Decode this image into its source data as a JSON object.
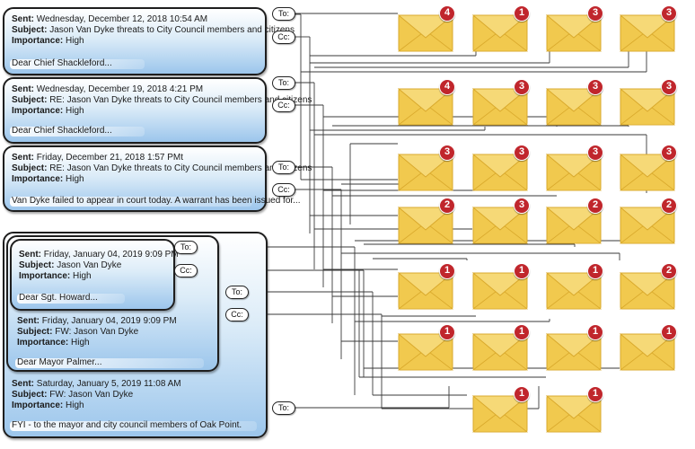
{
  "emails": {
    "e1": {
      "sent_label": "Sent:",
      "sent": "Wednesday, December 12, 2018 10:54 AM",
      "subject_label": "Subject:",
      "subject": "Jason Van Dyke threats to City Council members and citizens",
      "importance_label": "Importance:",
      "importance": "High",
      "body": "Dear Chief Shackleford..."
    },
    "e2": {
      "sent_label": "Sent:",
      "sent": "Wednesday, December 19, 2018 4:21 PM",
      "subject_label": "Subject:",
      "subject": "RE: Jason Van Dyke threats to City Council members and citizens",
      "importance_label": "Importance:",
      "importance": "High",
      "body": "Dear Chief Shackleford..."
    },
    "e3": {
      "sent_label": "Sent:",
      "sent": "Friday, December 21, 2018 1:57 PMt",
      "subject_label": "Subject:",
      "subject": "RE: Jason Van Dyke threats to City Council members and citizens",
      "importance_label": "Importance:",
      "importance": "High",
      "body": "Van Dyke failed to appear in court today.  A warrant has been issued for..."
    },
    "e4": {
      "sent_label": "Sent:",
      "sent": "Friday, January 04, 2019 9:09 PM",
      "subject_label": "Subject:",
      "subject": "Jason Van Dyke",
      "importance_label": "Importance:",
      "importance": "High",
      "body": "Dear Sgt. Howard..."
    },
    "e5": {
      "sent_label": "Sent:",
      "sent": "Friday, January 04, 2019 9:09 PM",
      "subject_label": "Subject:",
      "subject": "FW: Jason Van Dyke",
      "importance_label": "Importance:",
      "importance": "High",
      "body": "Dear Mayor Palmer..."
    },
    "e6": {
      "sent_label": "Sent:",
      "sent": "Saturday, January 5, 2019 11:08 AM",
      "subject_label": "Subject:",
      "subject": "FW: Jason Van Dyke",
      "importance_label": "Importance:",
      "importance": "High",
      "body": "FYI - to the mayor and city council members of Oak Point."
    }
  },
  "tags": {
    "to": "To:",
    "cc": "Cc:"
  },
  "recipient_counts": [
    [
      "4",
      "1",
      "3",
      "3"
    ],
    [
      "4",
      "3",
      "3",
      "3"
    ],
    [
      "3",
      "3",
      "3",
      "3"
    ],
    [
      "2",
      "3",
      "2",
      "2"
    ],
    [
      "1",
      "1",
      "1",
      "2"
    ],
    [
      "1",
      "1",
      "1",
      "1"
    ],
    [
      "1",
      "1"
    ]
  ],
  "colors": {
    "envelope": "#f1c94e",
    "envelope_dark": "#d9a92c",
    "badge": "#c0262c",
    "email_gradient_bottom": "#9cc6ec"
  }
}
